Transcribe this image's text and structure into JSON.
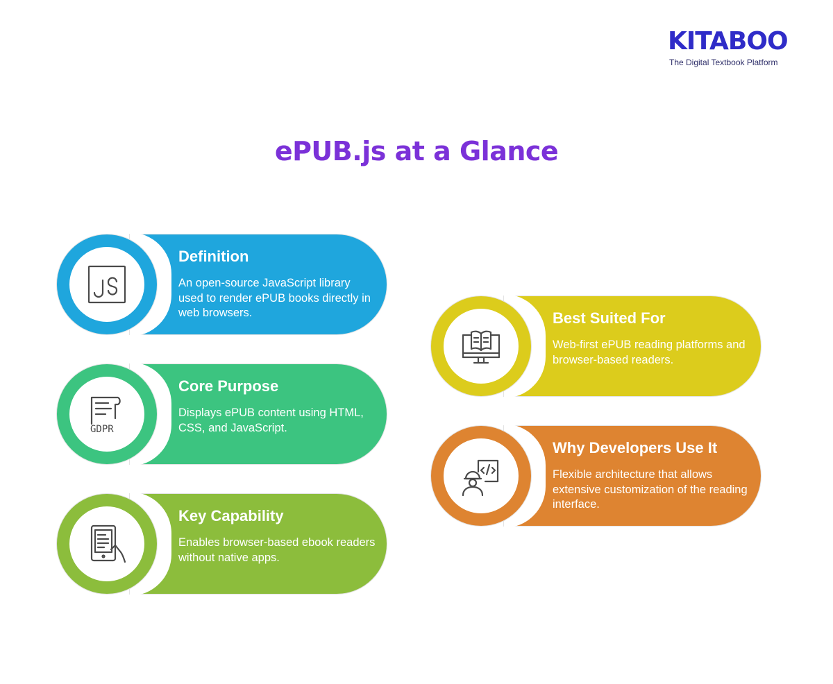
{
  "logo": {
    "word": "KITABOO",
    "tagline": "The Digital Textbook Platform"
  },
  "title": "ePUB.js at a Glance",
  "cards": [
    {
      "heading": "Definition",
      "body": "An open-source JavaScript library used to render ePUB books directly in web browsers.",
      "color": "#1fa6dd",
      "icon": "js-file-icon"
    },
    {
      "heading": "Core Purpose",
      "body": "Displays ePUB content using HTML, CSS, and JavaScript.",
      "color": "#3cc480",
      "icon": "gdpr-document-icon",
      "icon_text": "GDPR"
    },
    {
      "heading": "Key Capability",
      "body": "Enables browser-based ebook readers without native apps.",
      "color": "#8cbd3c",
      "icon": "tablet-hand-icon"
    },
    {
      "heading": "Best Suited For",
      "body": "Web-first ePUB reading platforms and browser-based readers.",
      "color": "#dccc1c",
      "icon": "monitor-book-icon"
    },
    {
      "heading": "Why Developers Use It",
      "body": "Flexible architecture that allows extensive customization of the reading interface.",
      "color": "#de8431",
      "icon": "developer-code-icon"
    }
  ]
}
